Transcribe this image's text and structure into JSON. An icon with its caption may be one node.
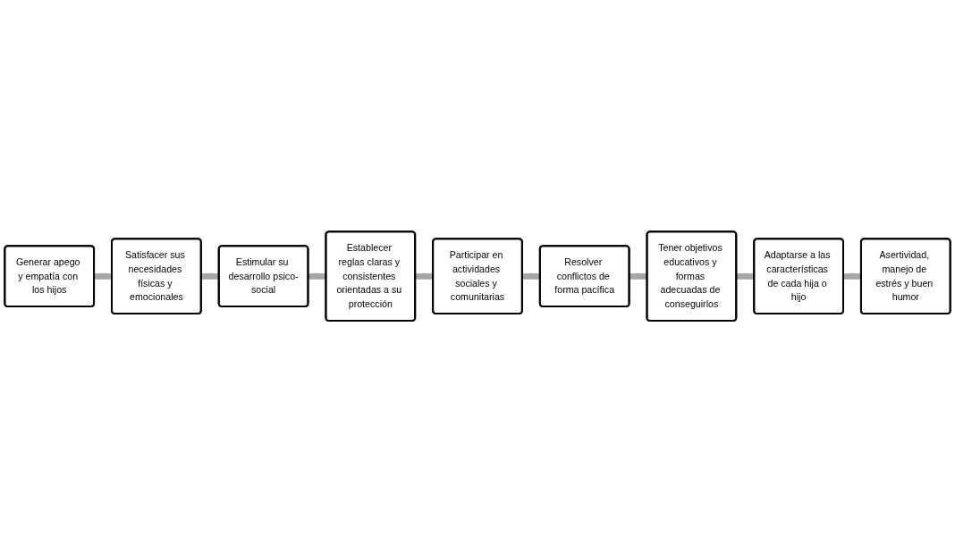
{
  "diagram": {
    "nodes": [
      {
        "text": [
          "Generar apego y empatía con los hijos"
        ]
      },
      {
        "text": [
          "Satisfacer sus necesidades físicas y emocionales"
        ]
      },
      {
        "text": [
          "Estimular su desarrollo psico-social"
        ]
      },
      {
        "text": [
          "Establecer reglas claras y consistentes orientadas a su protección"
        ]
      },
      {
        "text": [
          "Participar en actividades sociales y comunitarias"
        ]
      },
      {
        "text": [
          "Resolver conflictos de forma pacífica"
        ]
      },
      {
        "text": [
          "Tener objetivos educativos y formas adecuadas de conseguirlos"
        ]
      },
      {
        "text": [
          "Adaptarse a las características de cada hija o hijo"
        ]
      },
      {
        "text": [
          "Asertividad, manejo de estrés y buen humor"
        ]
      }
    ],
    "edges": [
      {
        "from": 0,
        "to": 1,
        "arrow": "none"
      },
      {
        "from": 1,
        "to": 2,
        "arrow": "none"
      },
      {
        "from": 2,
        "to": 3,
        "arrow": "none"
      },
      {
        "from": 3,
        "to": 4,
        "arrow": "none"
      },
      {
        "from": 4,
        "to": 5,
        "arrow": "none"
      },
      {
        "from": 5,
        "to": 6,
        "arrow": "none"
      },
      {
        "from": 6,
        "to": 7,
        "arrow": "none"
      },
      {
        "from": 7,
        "to": 8,
        "arrow": "none"
      }
    ]
  }
}
